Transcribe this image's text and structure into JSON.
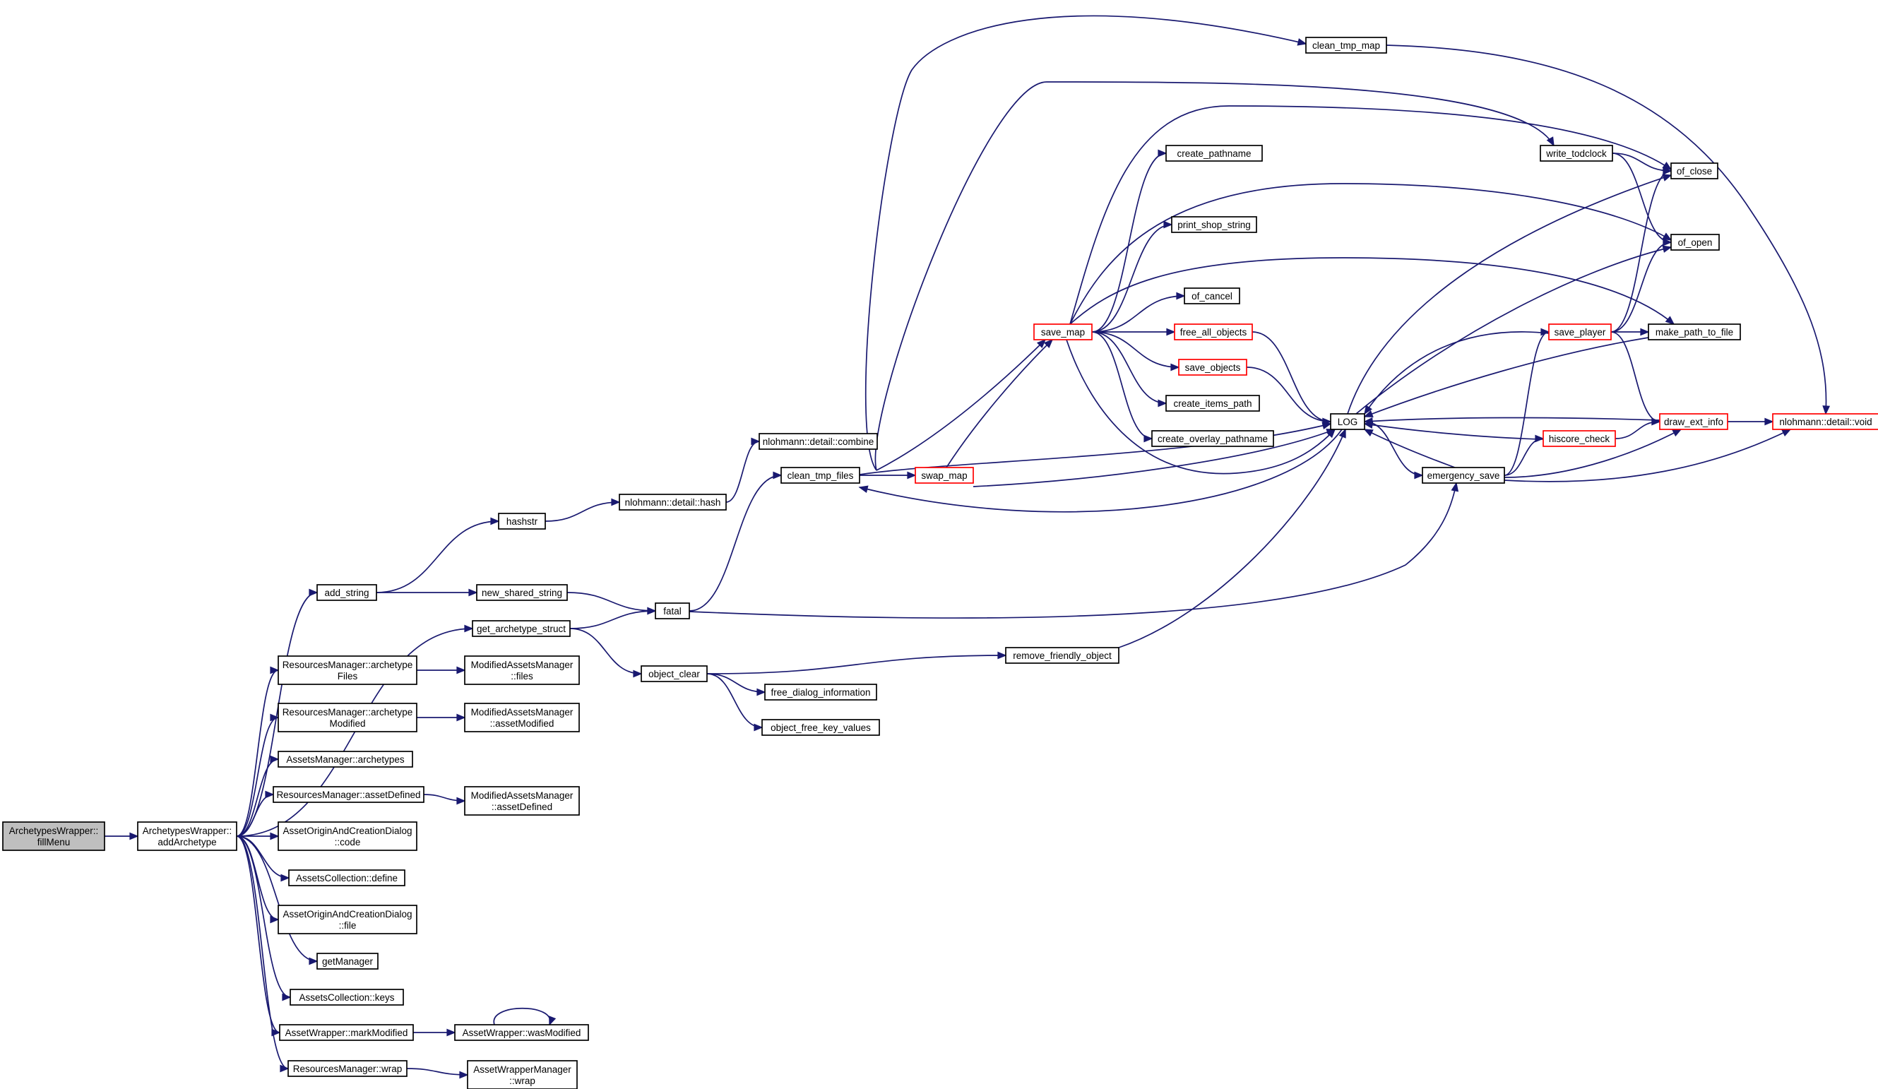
{
  "graph": {
    "edge_color": "#191970",
    "truncated_border_color": "#ff0000",
    "root_fill": "#bfbfbf",
    "nodes": [
      {
        "id": "fillMenu",
        "lines": [
          "ArchetypesWrapper::",
          "fillMenu"
        ],
        "style": "root"
      },
      {
        "id": "addArchetype",
        "lines": [
          "ArchetypesWrapper::",
          "addArchetype"
        ]
      },
      {
        "id": "add_string",
        "lines": [
          "add_string"
        ]
      },
      {
        "id": "get_archetype_struct",
        "lines": [
          "get_archetype_struct"
        ]
      },
      {
        "id": "rm_files",
        "lines": [
          "ResourcesManager::archetype",
          "Files"
        ]
      },
      {
        "id": "rm_modified",
        "lines": [
          "ResourcesManager::archetype",
          "Modified"
        ]
      },
      {
        "id": "am_archetypes",
        "lines": [
          "AssetsManager::archetypes"
        ]
      },
      {
        "id": "rm_assetDefined",
        "lines": [
          "ResourcesManager::assetDefined"
        ]
      },
      {
        "id": "aocd_code",
        "lines": [
          "AssetOriginAndCreationDialog",
          "::code"
        ]
      },
      {
        "id": "ac_define",
        "lines": [
          "AssetsCollection::define"
        ]
      },
      {
        "id": "aocd_file",
        "lines": [
          "AssetOriginAndCreationDialog",
          "::file"
        ]
      },
      {
        "id": "getManager",
        "lines": [
          "getManager"
        ]
      },
      {
        "id": "ac_keys",
        "lines": [
          "AssetsCollection::keys"
        ]
      },
      {
        "id": "aw_markModified",
        "lines": [
          "AssetWrapper::markModified"
        ]
      },
      {
        "id": "rm_wrap",
        "lines": [
          "ResourcesManager::wrap"
        ]
      },
      {
        "id": "hashstr",
        "lines": [
          "hashstr"
        ]
      },
      {
        "id": "new_shared_string",
        "lines": [
          "new_shared_string"
        ]
      },
      {
        "id": "mam_files",
        "lines": [
          "ModifiedAssetsManager",
          "::files"
        ]
      },
      {
        "id": "mam_assetModified",
        "lines": [
          "ModifiedAssetsManager",
          "::assetModified"
        ]
      },
      {
        "id": "mam_assetDefined",
        "lines": [
          "ModifiedAssetsManager",
          "::assetDefined"
        ]
      },
      {
        "id": "aw_wasModified",
        "lines": [
          "AssetWrapper::wasModified"
        ]
      },
      {
        "id": "awm_wrap",
        "lines": [
          "AssetWrapperManager",
          "::wrap"
        ]
      },
      {
        "id": "nd_hash",
        "lines": [
          "nlohmann::detail::hash"
        ]
      },
      {
        "id": "fatal",
        "lines": [
          "fatal"
        ]
      },
      {
        "id": "object_clear",
        "lines": [
          "object_clear"
        ]
      },
      {
        "id": "nd_combine",
        "lines": [
          "nlohmann::detail::combine"
        ]
      },
      {
        "id": "clean_tmp_files",
        "lines": [
          "clean_tmp_files"
        ]
      },
      {
        "id": "free_dialog_information",
        "lines": [
          "free_dialog_information"
        ]
      },
      {
        "id": "object_free_key_values",
        "lines": [
          "object_free_key_values"
        ]
      },
      {
        "id": "swap_map",
        "lines": [
          "swap_map"
        ],
        "style": "trunc"
      },
      {
        "id": "remove_friendly_object",
        "lines": [
          "remove_friendly_object"
        ]
      },
      {
        "id": "save_map",
        "lines": [
          "save_map"
        ],
        "style": "trunc"
      },
      {
        "id": "create_pathname",
        "lines": [
          "create_pathname"
        ]
      },
      {
        "id": "print_shop_string",
        "lines": [
          "print_shop_string"
        ]
      },
      {
        "id": "of_cancel",
        "lines": [
          "of_cancel"
        ]
      },
      {
        "id": "free_all_objects",
        "lines": [
          "free_all_objects"
        ],
        "style": "trunc"
      },
      {
        "id": "save_objects",
        "lines": [
          "save_objects"
        ],
        "style": "trunc"
      },
      {
        "id": "create_items_path",
        "lines": [
          "create_items_path"
        ]
      },
      {
        "id": "create_overlay_pathname",
        "lines": [
          "create_overlay_pathname"
        ]
      },
      {
        "id": "clean_tmp_map",
        "lines": [
          "clean_tmp_map"
        ]
      },
      {
        "id": "LOG",
        "lines": [
          "LOG"
        ]
      },
      {
        "id": "emergency_save",
        "lines": [
          "emergency_save"
        ]
      },
      {
        "id": "write_todclock",
        "lines": [
          "write_todclock"
        ]
      },
      {
        "id": "save_player",
        "lines": [
          "save_player"
        ],
        "style": "trunc"
      },
      {
        "id": "hiscore_check",
        "lines": [
          "hiscore_check"
        ],
        "style": "trunc"
      },
      {
        "id": "of_close",
        "lines": [
          "of_close"
        ]
      },
      {
        "id": "of_open",
        "lines": [
          "of_open"
        ]
      },
      {
        "id": "make_path_to_file",
        "lines": [
          "make_path_to_file"
        ]
      },
      {
        "id": "draw_ext_info",
        "lines": [
          "draw_ext_info"
        ],
        "style": "trunc"
      },
      {
        "id": "nd_void",
        "lines": [
          "nlohmann::detail::void"
        ],
        "style": "trunc"
      }
    ],
    "edges": [
      [
        "fillMenu",
        "addArchetype"
      ],
      [
        "addArchetype",
        "add_string"
      ],
      [
        "addArchetype",
        "get_archetype_struct"
      ],
      [
        "addArchetype",
        "rm_files"
      ],
      [
        "addArchetype",
        "rm_modified"
      ],
      [
        "addArchetype",
        "am_archetypes"
      ],
      [
        "addArchetype",
        "rm_assetDefined"
      ],
      [
        "addArchetype",
        "aocd_code"
      ],
      [
        "addArchetype",
        "ac_define"
      ],
      [
        "addArchetype",
        "aocd_file"
      ],
      [
        "addArchetype",
        "getManager"
      ],
      [
        "addArchetype",
        "ac_keys"
      ],
      [
        "addArchetype",
        "aw_markModified"
      ],
      [
        "addArchetype",
        "rm_wrap"
      ],
      [
        "add_string",
        "hashstr"
      ],
      [
        "add_string",
        "new_shared_string"
      ],
      [
        "hashstr",
        "nd_hash"
      ],
      [
        "nd_hash",
        "nd_combine"
      ],
      [
        "new_shared_string",
        "fatal"
      ],
      [
        "get_archetype_struct",
        "fatal"
      ],
      [
        "get_archetype_struct",
        "object_clear"
      ],
      [
        "rm_files",
        "mam_files"
      ],
      [
        "rm_modified",
        "mam_assetModified"
      ],
      [
        "rm_assetDefined",
        "mam_assetDefined"
      ],
      [
        "aw_markModified",
        "aw_wasModified"
      ],
      [
        "aw_wasModified",
        "aw_wasModified"
      ],
      [
        "rm_wrap",
        "awm_wrap"
      ],
      [
        "fatal",
        "clean_tmp_files"
      ],
      [
        "fatal",
        "emergency_save"
      ],
      [
        "object_clear",
        "remove_friendly_object"
      ],
      [
        "object_clear",
        "free_dialog_information"
      ],
      [
        "object_clear",
        "object_free_key_values"
      ],
      [
        "clean_tmp_files",
        "clean_tmp_map"
      ],
      [
        "clean_tmp_files",
        "write_todclock"
      ],
      [
        "clean_tmp_files",
        "save_map"
      ],
      [
        "clean_tmp_files",
        "swap_map"
      ],
      [
        "clean_tmp_files",
        "LOG"
      ],
      [
        "swap_map",
        "save_map"
      ],
      [
        "swap_map",
        "LOG"
      ],
      [
        "save_map",
        "create_pathname"
      ],
      [
        "save_map",
        "print_shop_string"
      ],
      [
        "save_map",
        "of_cancel"
      ],
      [
        "save_map",
        "free_all_objects"
      ],
      [
        "save_map",
        "save_objects"
      ],
      [
        "save_map",
        "create_items_path"
      ],
      [
        "save_map",
        "create_overlay_pathname"
      ],
      [
        "save_map",
        "of_close"
      ],
      [
        "save_map",
        "of_open"
      ],
      [
        "save_map",
        "make_path_to_file"
      ],
      [
        "save_map",
        "LOG"
      ],
      [
        "free_all_objects",
        "LOG"
      ],
      [
        "save_objects",
        "LOG"
      ],
      [
        "remove_friendly_object",
        "LOG"
      ],
      [
        "LOG",
        "clean_tmp_files"
      ],
      [
        "LOG",
        "emergency_save"
      ],
      [
        "LOG",
        "of_close"
      ],
      [
        "LOG",
        "of_open"
      ],
      [
        "emergency_save",
        "save_player"
      ],
      [
        "emergency_save",
        "hiscore_check"
      ],
      [
        "emergency_save",
        "draw_ext_info"
      ],
      [
        "emergency_save",
        "nd_void"
      ],
      [
        "emergency_save",
        "LOG"
      ],
      [
        "write_todclock",
        "of_close"
      ],
      [
        "write_todclock",
        "of_open"
      ],
      [
        "save_player",
        "of_close"
      ],
      [
        "save_player",
        "of_open"
      ],
      [
        "save_player",
        "make_path_to_file"
      ],
      [
        "save_player",
        "draw_ext_info"
      ],
      [
        "save_player",
        "LOG"
      ],
      [
        "hiscore_check",
        "draw_ext_info"
      ],
      [
        "hiscore_check",
        "LOG"
      ],
      [
        "make_path_to_file",
        "LOG"
      ],
      [
        "draw_ext_info",
        "nd_void"
      ],
      [
        "draw_ext_info",
        "LOG"
      ],
      [
        "clean_tmp_map",
        "nd_void"
      ]
    ]
  }
}
